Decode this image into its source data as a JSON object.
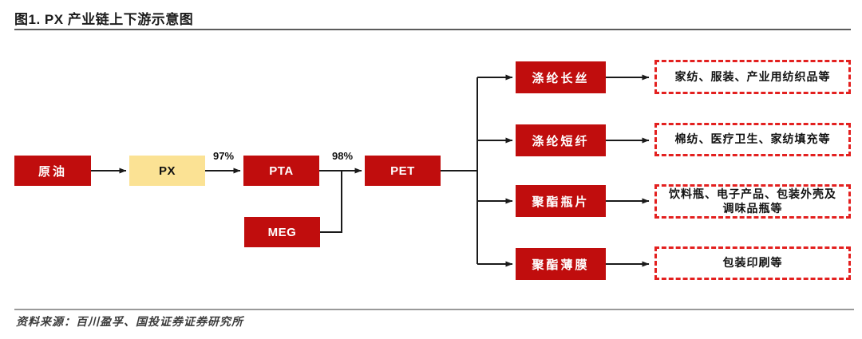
{
  "figure": {
    "title": "图1. PX 产业链上下游示意图",
    "source_note": "资料来源：百川盈孚、国投证券证券研究所"
  },
  "colors": {
    "box_red": "#c00d0d",
    "box_yellow": "#fbe294",
    "dashed_border_red": "#e3201f",
    "connector": "#1a1a1a",
    "rule_dark": "#5c5c5c",
    "rule_light": "#9a9a9a",
    "title_text": "#1c1c1c",
    "source_text": "#3d3d3d"
  },
  "chain": {
    "crude_oil_label": "原油",
    "px_label": "PX",
    "pta_label": "PTA",
    "meg_label": "MEG",
    "pet_label": "PET",
    "px_to_pta_rate": "97%",
    "pta_to_pet_rate": "98%"
  },
  "branches": [
    {
      "product": "涤纶长丝",
      "applications": "家纺、服装、产业用纺织品等"
    },
    {
      "product": "涤纶短纤",
      "applications": "棉纺、医疗卫生、家纺填充等"
    },
    {
      "product": "聚酯瓶片",
      "applications": "饮料瓶、电子产品、包装外壳及调味品瓶等"
    },
    {
      "product": "聚酯薄膜",
      "applications": "包装印刷等"
    }
  ]
}
